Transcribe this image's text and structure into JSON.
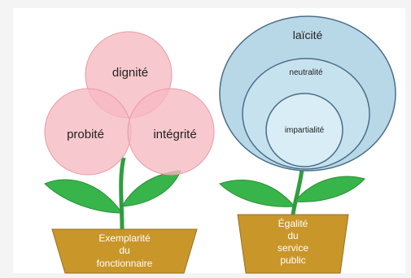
{
  "left_flower": {
    "petals": {
      "top": "dignité",
      "left": "probité",
      "right": "intégrité"
    },
    "pot_lines": [
      "Exemplarité",
      "du",
      "fonctionnaire"
    ],
    "colors": {
      "petal": "#f6b9c2",
      "petal_edge": "#e89aa6",
      "pot": "#c9962a"
    }
  },
  "right_flower": {
    "circles": {
      "outer": "laïcité",
      "middle": "neutralité",
      "inner": "impartialité"
    },
    "pot_lines": [
      "Égalité",
      "du",
      "service",
      "public"
    ],
    "colors": {
      "outer": "#b8d8e8",
      "middle": "#c7e2ef",
      "inner": "#d9edf6",
      "edge": "#4a6f88",
      "pot": "#c9962a"
    }
  },
  "colors": {
    "leaf": "#38b54a",
    "stem": "#2f9e3f",
    "background": "#ffffff"
  }
}
